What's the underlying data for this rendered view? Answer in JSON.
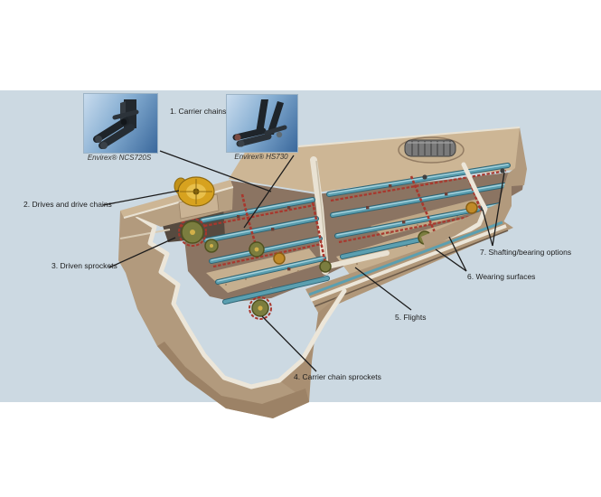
{
  "figure": {
    "description": "Cutaway diagram of an Envirex chain and flight collector tank",
    "background_color": "#ccd9e2"
  },
  "insets": {
    "ncs720s": {
      "caption": "Envirex® NCS720S"
    },
    "hs730": {
      "caption": "Envirex® HS730"
    }
  },
  "callouts": {
    "c1": "1. Carrier chains",
    "c2": "2. Drives and drive chains",
    "c3": "3. Driven sprockets",
    "c4": "4. Carrier chain sprockets",
    "c5": "5. Flights",
    "c6": "6. Wearing surfaces",
    "c7": "7. Shafting/bearing options"
  },
  "colors": {
    "background": "#ccd9e2",
    "tank_tan": "#b29a7d",
    "tank_top": "#cdb695",
    "interior_brown": "#8b7462",
    "floor_sand": "#c6af8f",
    "cut_edge_cream": "#ece6d9",
    "flight_teal": "#5b9fb0",
    "chain_red": "#a8372d",
    "drive_yellow": "#d7a21f",
    "sprocket_olive": "#7b7d3f",
    "motor_gray": "#7a7a7a",
    "label_text": "#1c1c1c"
  }
}
